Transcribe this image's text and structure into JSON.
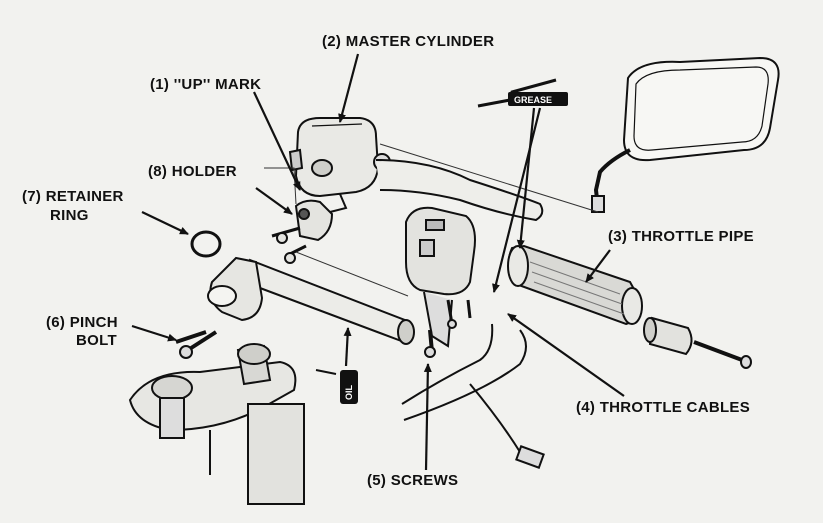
{
  "labels": {
    "up_mark": "(1) ''UP'' MARK",
    "master_cylinder": "(2) MASTER CYLINDER",
    "throttle_pipe": "(3) THROTTLE PIPE",
    "throttle_cables": "(4) THROTTLE CABLES",
    "screws": "(5) SCREWS",
    "pinch_bolt_1": "(6) PINCH",
    "pinch_bolt_2": "BOLT",
    "retainer_ring_1": "(7) RETAINER",
    "retainer_ring_2": "RING",
    "holder": "(8) HOLDER"
  },
  "tags": {
    "grease": "GREASE",
    "oil": "OIL"
  },
  "colors": {
    "ink": "#111111",
    "paper": "#f2f2ef"
  }
}
